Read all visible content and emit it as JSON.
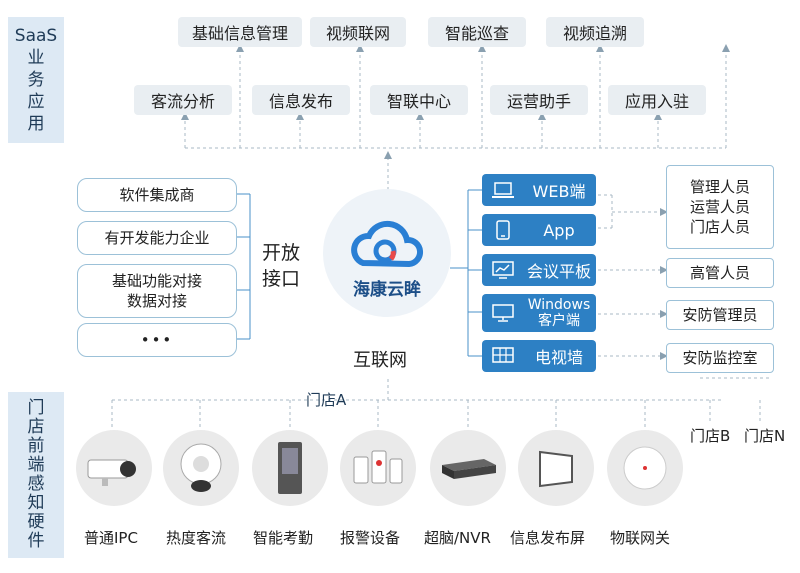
{
  "saas": {
    "label": "SaaS\n业\n务\n应\n用",
    "row1": [
      "基础信息管理",
      "视频联网",
      "智能巡查",
      "视频追溯"
    ],
    "row2": [
      "客流分析",
      "信息发布",
      "智联中心",
      "运营助手",
      "应用入驻"
    ]
  },
  "left": {
    "items": [
      "软件集成商",
      "有开发能力企业",
      "基础功能对接\n数据对接",
      "•••"
    ],
    "open_api": "开放\n接口"
  },
  "center": {
    "logo_text": "海康云眸",
    "internet": "互联网",
    "store_a": "门店A",
    "store_b": "门店B",
    "store_n": "门店N"
  },
  "right": {
    "clients": [
      {
        "icon": "laptop-icon",
        "label": "WEB端"
      },
      {
        "icon": "phone-icon",
        "label": "App"
      },
      {
        "icon": "chart-screen-icon",
        "label": "会议平板"
      },
      {
        "icon": "monitor-icon",
        "label": "Windows\n客户端"
      },
      {
        "icon": "video-wall-icon",
        "label": "电视墙"
      }
    ],
    "roles": [
      "管理人员\n运营人员\n门店人员",
      "高管人员",
      "安防管理员",
      "安防监控室"
    ]
  },
  "hardware": {
    "label": "门\n店\n前\n端\n感\n知\n硬\n件",
    "devices": [
      {
        "icon": "bullet-camera-icon",
        "label": "普通IPC"
      },
      {
        "icon": "dome-camera-icon",
        "label": "热度客流"
      },
      {
        "icon": "attendance-terminal-icon",
        "label": "智能考勤"
      },
      {
        "icon": "alarm-device-icon",
        "label": "报警设备"
      },
      {
        "icon": "nvr-icon",
        "label": "超脑/NVR"
      },
      {
        "icon": "display-screen-icon",
        "label": "信息发布屏"
      },
      {
        "icon": "iot-gateway-icon",
        "label": "物联网关"
      }
    ]
  },
  "colors": {
    "accent": "#2d80c4",
    "box_border": "#9cc1d8",
    "side_bg": "#dde9f4",
    "tag_bg": "#e9eef2",
    "logo_blue": "#2a7fd4",
    "logo_red": "#e94a4a"
  }
}
